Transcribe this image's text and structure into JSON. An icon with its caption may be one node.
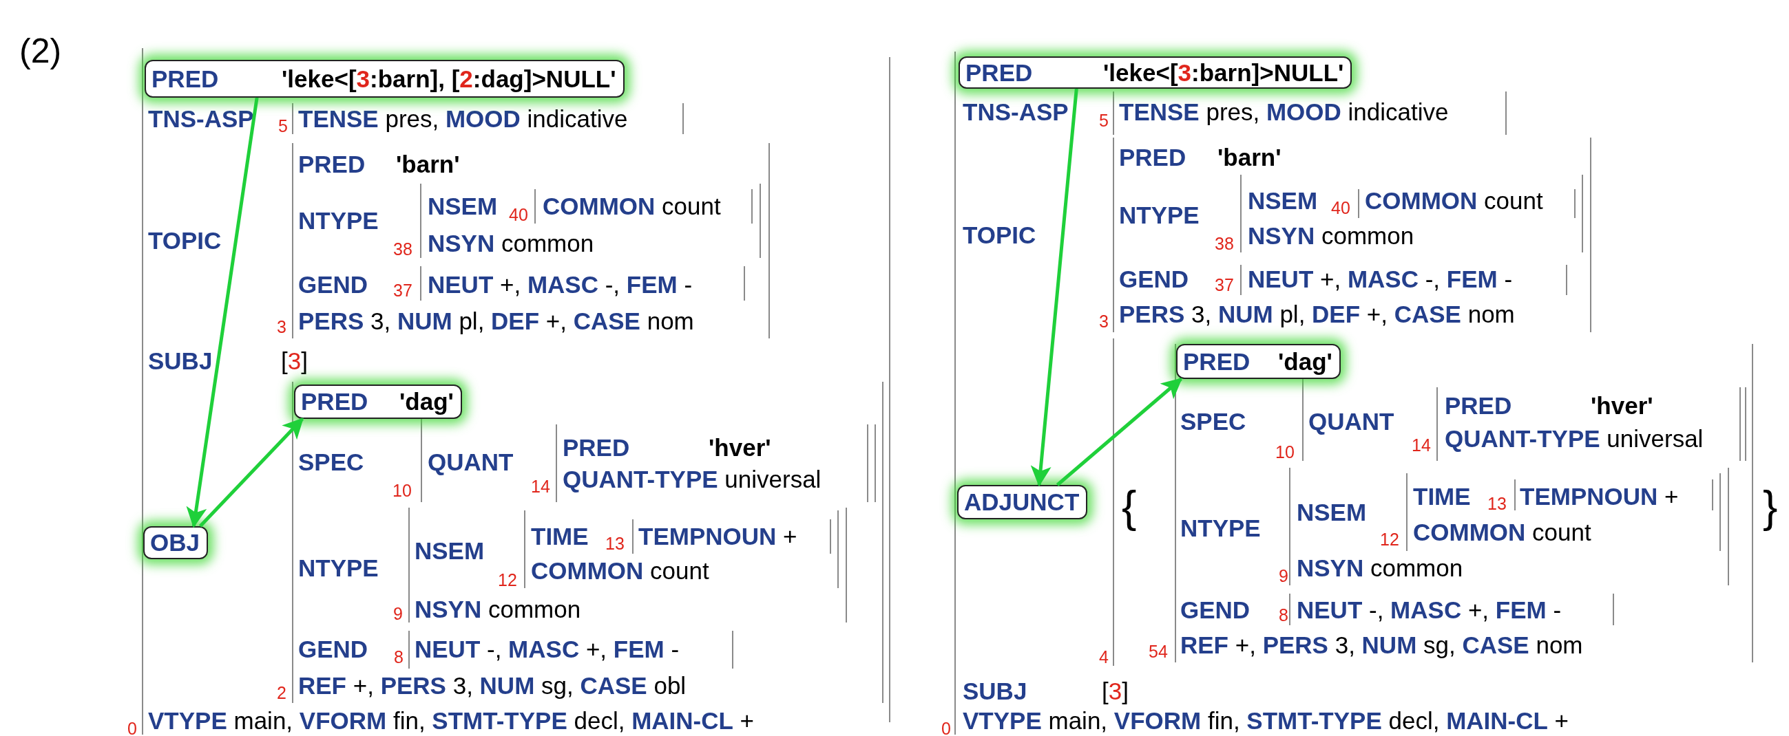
{
  "diagram": {
    "nodes": [
      {
        "text": [
          "PRED",
          "'leke<[3:barn], [2:dag]>NULL'"
        ]
      },
      {
        "text": [
          "OBJ"
        ]
      },
      {
        "text": [
          "PRED",
          "'dag'"
        ]
      },
      {
        "text": [
          "PRED",
          "'leke<[3:barn]>NULL'"
        ]
      },
      {
        "text": [
          "ADJUNCT"
        ]
      },
      {
        "text": [
          "PRED",
          "'dag'"
        ]
      }
    ],
    "edges": [
      {
        "from": 0,
        "to": 1,
        "arrow": "to"
      },
      {
        "from": 1,
        "to": 2,
        "arrow": "to"
      },
      {
        "from": 3,
        "to": 4,
        "arrow": "to"
      },
      {
        "from": 4,
        "to": 5,
        "arrow": "to"
      }
    ],
    "labels": [
      "(2)",
      "TNS-ASP",
      "5",
      "**TENSE** pres, **MOOD** indicative",
      "PRED",
      "'barn'",
      "TOPIC",
      "NTYPE",
      "NSEM",
      "40",
      "**COMMON** count",
      "38",
      "**NSYN** common",
      "GEND",
      "37",
      "**NEUT** +, **MASC** -, **FEM** -",
      "3",
      "**PERS** 3, **NUM** pl, **DEF** +, **CASE** nom",
      "SUBJ",
      "[3]",
      "SPEC",
      "10",
      "QUANT",
      "14",
      "PRED",
      "'hver'",
      "**QUANT-TYPE** universal",
      "NTYPE",
      "NSEM",
      "12",
      "TIME",
      "13",
      "**TEMPNOUN** +",
      "**COMMON** count",
      "9",
      "**NSYN** common",
      "GEND",
      "8",
      "**NEUT** -, **MASC** +, **FEM** -",
      "2",
      "**REF** +, **PERS** 3, **NUM** sg, **CASE** obl",
      "0",
      "**VTYPE** main, **VFORM** fin, **STMT-TYPE** decl, **MAIN-CL** +",
      "TNS-ASP",
      "5",
      "**TENSE** pres, **MOOD** indicative",
      "PRED",
      "'barn'",
      "TOPIC",
      "NTYPE",
      "NSEM",
      "40",
      "**COMMON** count",
      "38",
      "**NSYN** common",
      "GEND",
      "37",
      "**NEUT** +, **MASC** -, **FEM** -",
      "3",
      "**PERS** 3, **NUM** pl, **DEF** +, **CASE** nom",
      "{",
      "SPEC",
      "10",
      "QUANT",
      "14",
      "PRED",
      "'hver'",
      "**QUANT-TYPE** universal",
      "}",
      "NTYPE",
      "NSEM",
      "12",
      "TIME",
      "13",
      "**TEMPNOUN** +",
      "**COMMON** count",
      "9",
      "**NSYN** common",
      "GEND",
      "8",
      "**NEUT** -, **MASC** +, **FEM** -",
      "4",
      "54",
      "**REF** +, **PERS** 3, **NUM** sg, **CASE** nom",
      "SUBJ",
      "[3]",
      "0",
      "**VTYPE** main, **VFORM** fin, **STMT-TYPE** decl, **MAIN-CL** +"
    ]
  }
}
